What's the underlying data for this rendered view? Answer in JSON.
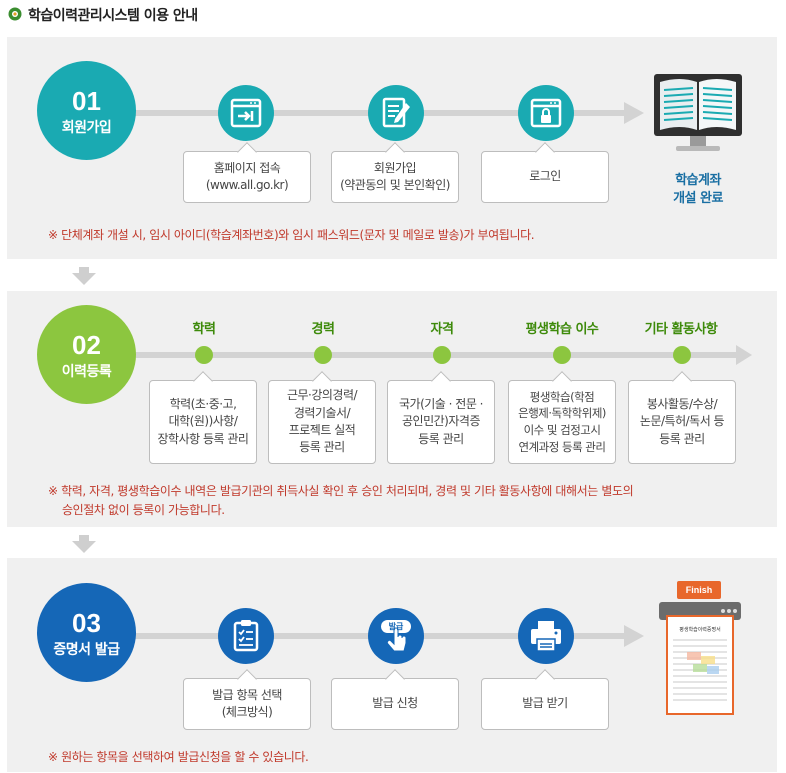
{
  "header": {
    "title": "학습이력관리시스템 이용 안내"
  },
  "colors": {
    "teal": "#1aaab2",
    "green": "#8cc63f",
    "blue": "#1567b7",
    "note": "#c0392b",
    "category": "#3d8a0a",
    "panel": "#f0f0f0"
  },
  "stage1": {
    "number": "01",
    "name": "회원가입",
    "steps": [
      {
        "icon": "browser-login-icon",
        "lines": [
          "홈페이지 접속",
          "(www.all.go.kr)"
        ]
      },
      {
        "icon": "document-pen-icon",
        "lines": [
          "회원가입",
          "(약관동의 및 본인확인)"
        ]
      },
      {
        "icon": "browser-lock-icon",
        "lines": [
          "로그인"
        ]
      }
    ],
    "result": {
      "icon": "open-book-monitor-icon",
      "lines": [
        "학습계좌",
        "개설 완료"
      ]
    },
    "note": "※ 단체계좌 개설 시, 임시 아이디(학습계좌번호)와 임시 패스워드(문자 및 메일로 발송)가 부여됩니다."
  },
  "stage2": {
    "number": "02",
    "name": "이력등록",
    "categories": [
      {
        "label": "학력",
        "lines": [
          "학력(초·중·고,",
          "대학(원))사항/",
          "장학사항 등록 관리"
        ]
      },
      {
        "label": "경력",
        "lines": [
          "근무·강의경력/",
          "경력기술서/",
          "프로젝트 실적",
          "등록 관리"
        ]
      },
      {
        "label": "자격",
        "lines": [
          "국가(기술 · 전문 ·",
          "공인민간)자격증",
          "등록 관리"
        ]
      },
      {
        "label": "평생학습 이수",
        "lines": [
          "평생학습(학점",
          "은행제·독학학위제)",
          "이수 및 검정고시",
          "연계과정 등록 관리"
        ]
      },
      {
        "label": "기타 활동사항",
        "lines": [
          "봉사활동/수상/",
          "논문/특허/독서 등",
          "등록 관리"
        ]
      }
    ],
    "note_lines": [
      "※ 학력, 자격, 평생학습이수 내역은 발급기관의 취득사실 확인 후 승인 처리되며, 경력 및 기타 활동사항에 대해서는 별도의",
      "승인절차 없이 등록이 가능합니다."
    ]
  },
  "stage3": {
    "number": "03",
    "name": "증명서 발급",
    "steps": [
      {
        "icon": "clipboard-check-icon",
        "lines": [
          "발급 항목 선택",
          "(체크방식)"
        ]
      },
      {
        "icon": "hand-tap-icon",
        "badge": "발급",
        "lines": [
          "발급 신청"
        ]
      },
      {
        "icon": "printer-icon",
        "lines": [
          "발급 받기"
        ]
      }
    ],
    "result": {
      "icon": "printed-certificate-icon",
      "badge": "Finish",
      "doc_title": "평생학습이력증명서"
    },
    "note": "※ 원하는 항목을 선택하여 발급신청을 할 수 있습니다."
  }
}
